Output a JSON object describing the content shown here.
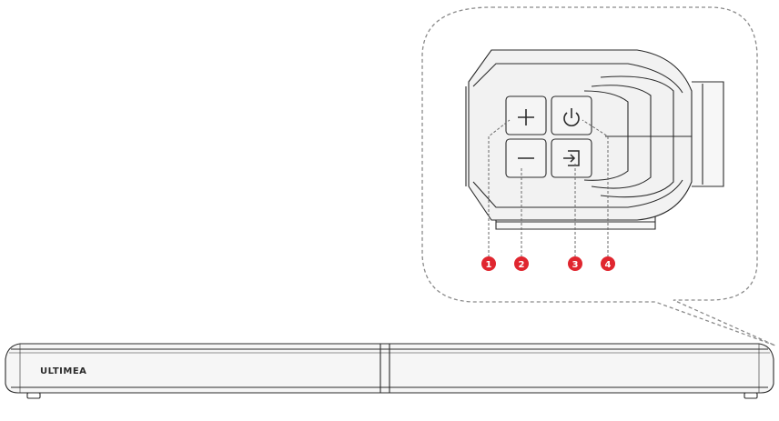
{
  "soundbar": {
    "brand": "ULTIMEA"
  },
  "control_panel": {
    "buttons": [
      {
        "id": "volume-up",
        "icon": "plus-icon"
      },
      {
        "id": "volume-down",
        "icon": "minus-icon"
      },
      {
        "id": "power",
        "icon": "power-icon"
      },
      {
        "id": "input",
        "icon": "input-source-icon"
      }
    ],
    "callouts": [
      "1",
      "2",
      "3",
      "4"
    ]
  },
  "colors": {
    "line": "#2b2b2b",
    "dashed": "#8a8a8a",
    "callout": "#e0262f",
    "callout_text": "#ffffff",
    "panel_fill": "#f2f2f2"
  }
}
